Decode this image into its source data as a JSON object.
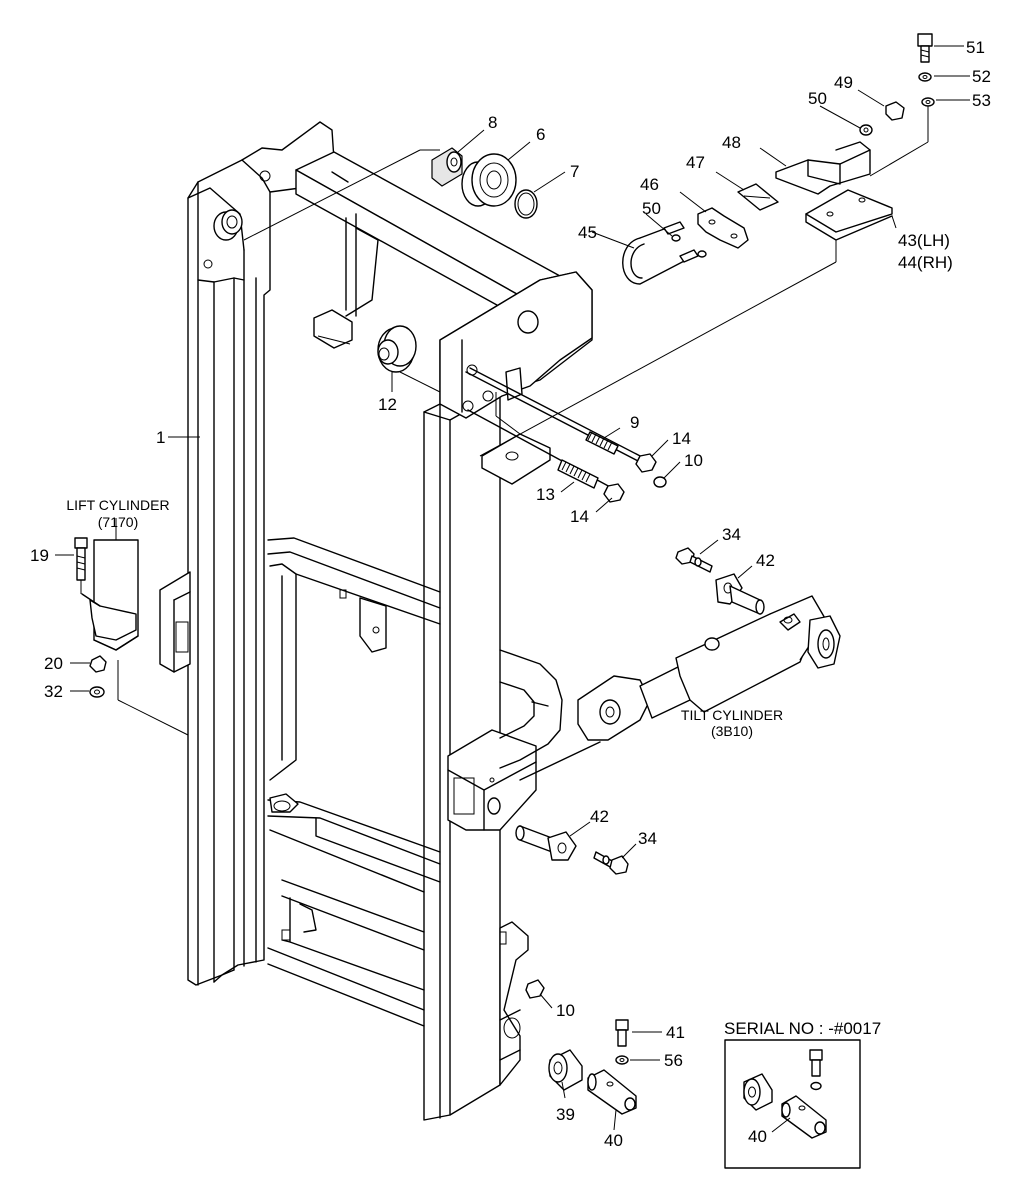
{
  "labels": {
    "p1": "1",
    "p6": "6",
    "p7": "7",
    "p8": "8",
    "p9": "9",
    "p10a": "10",
    "p10b": "10",
    "p12": "12",
    "p13": "13",
    "p14a": "14",
    "p14b": "14",
    "p19": "19",
    "p20": "20",
    "p32": "32",
    "p34a": "34",
    "p34b": "34",
    "p39": "39",
    "p40a": "40",
    "p40b": "40",
    "p41": "41",
    "p42a": "42",
    "p42b": "42",
    "p43": "43(LH)",
    "p44": "44(RH)",
    "p45": "45",
    "p46": "46",
    "p47": "47",
    "p48": "48",
    "p49": "49",
    "p50a": "50",
    "p50b": "50",
    "p51": "51",
    "p52": "52",
    "p53": "53",
    "p56": "56"
  },
  "captions": {
    "lift_cylinder": "LIFT CYLINDER",
    "lift_cylinder_code": "(7170)",
    "tilt_cylinder": "TILT CYLINDER",
    "tilt_cylinder_code": "(3B10)",
    "serial_note": "SERIAL NO : -#0017"
  }
}
